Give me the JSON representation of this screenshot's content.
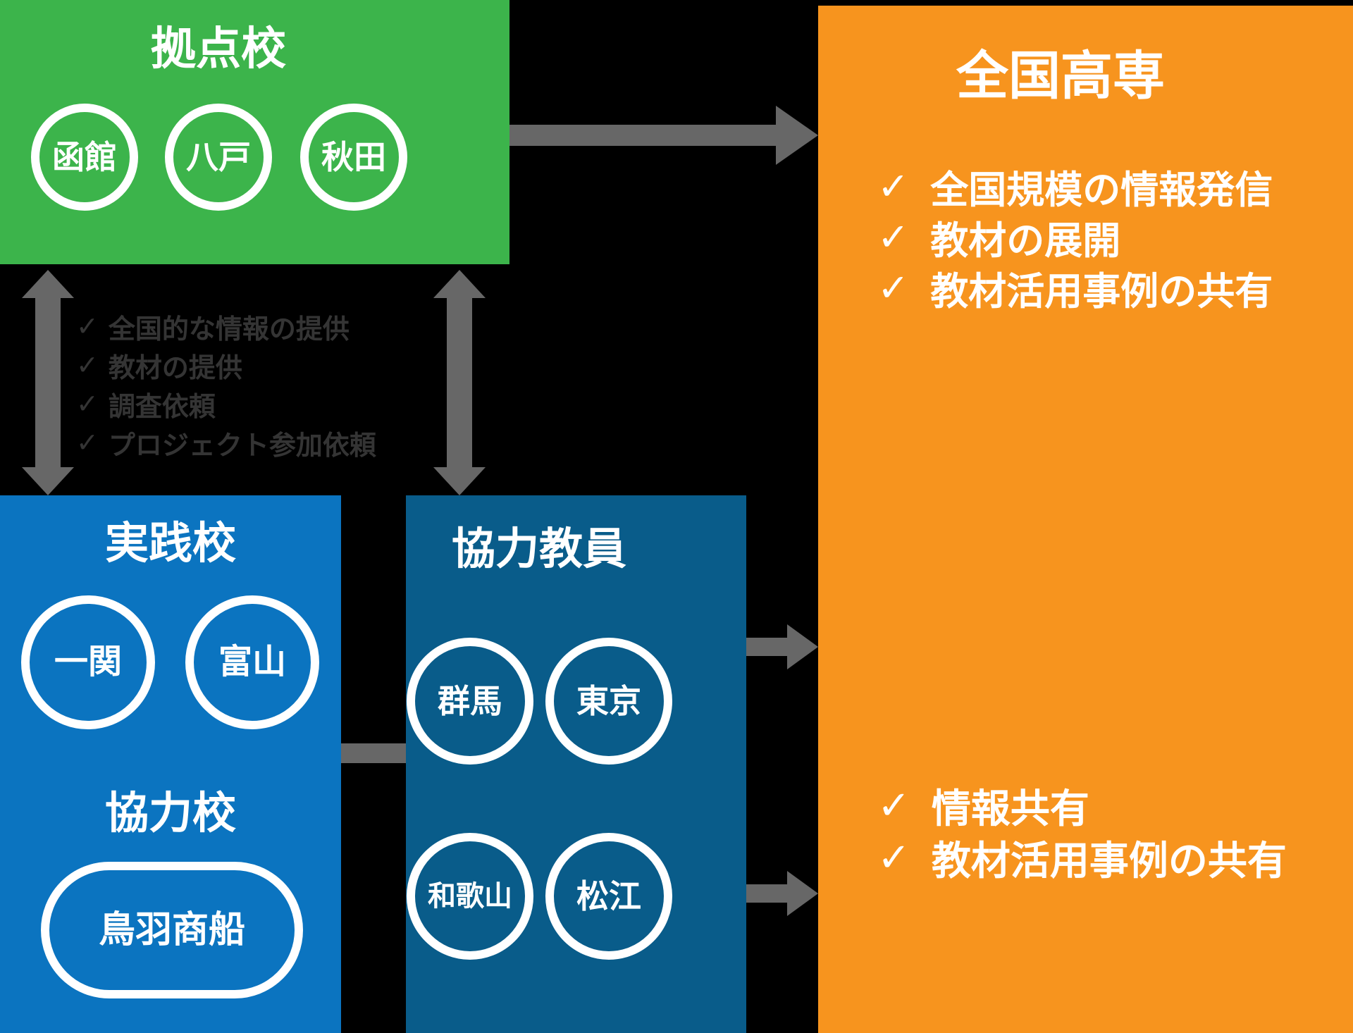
{
  "colors": {
    "background": "#000000",
    "green_box": "#3CB44B",
    "orange_box": "#F7941E",
    "blue_box": "#0B74C0",
    "dark_blue_box": "#095C8A",
    "arrow_gray": "#676767",
    "muted_list_text": "#343434",
    "text_white": "#FFFFFF"
  },
  "check_glyph": "✓",
  "kyoten": {
    "title": "拠点校",
    "circles": [
      "函館",
      "八戸",
      "秋田"
    ]
  },
  "zenkoku": {
    "title": "全国高専",
    "checklist_top": [
      "全国規模の情報発信",
      "教材の展開",
      "教材活用事例の共有"
    ],
    "checklist_bottom": [
      "情報共有",
      "教材活用事例の共有"
    ]
  },
  "jissen": {
    "title": "実践校",
    "circles": [
      "一関",
      "富山"
    ]
  },
  "kyoryokuko": {
    "title": "協力校",
    "pill": "鳥羽商船"
  },
  "kyoryoku_kyoin": {
    "title": "協力教員",
    "circles": [
      "群馬",
      "東京",
      "和歌山",
      "松江"
    ]
  },
  "relay_list": {
    "items": [
      "全国的な情報の提供",
      "教材の提供",
      "調査依頼",
      "プロジェクト参加依頼"
    ]
  }
}
